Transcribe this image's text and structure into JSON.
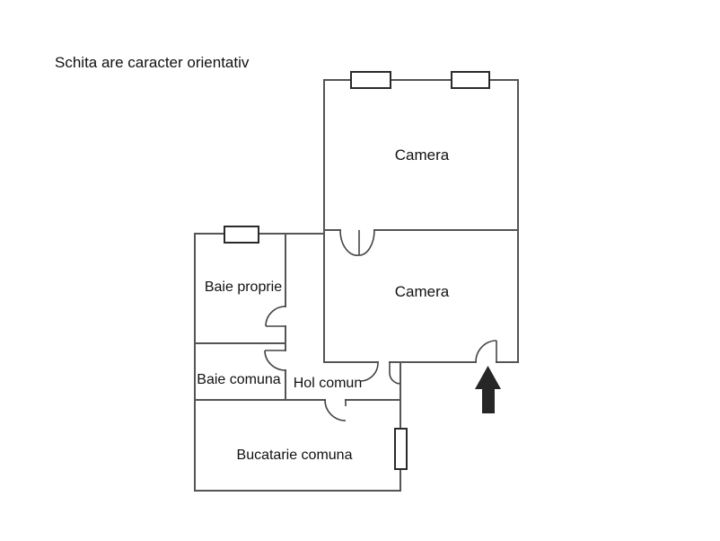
{
  "page": {
    "note": "Schita are caracter orientativ",
    "background": "#ffffff"
  },
  "colors": {
    "wall": "#555555",
    "window_stroke": "#2a2a2a",
    "text": "#111111",
    "arrow": "#262626"
  },
  "rooms": [
    {
      "id": "camera-top",
      "label": "Camera"
    },
    {
      "id": "camera-bottom",
      "label": "Camera"
    },
    {
      "id": "baie-proprie",
      "label": "Baie proprie"
    },
    {
      "id": "baie-comuna",
      "label": "Baie comuna"
    },
    {
      "id": "hol-comun",
      "label": "Hol comun"
    },
    {
      "id": "bucatarie-comuna",
      "label": "Bucatarie comuna"
    }
  ],
  "symbols": {
    "entrance_arrow": "entrance, pointing up"
  }
}
